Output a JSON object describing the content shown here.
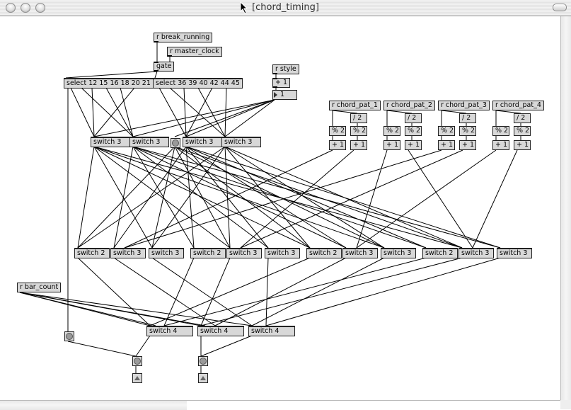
{
  "window": {
    "title": "[chord_timing]"
  },
  "objects": {
    "r_break_running": "r break_running",
    "r_master_clock": "r master_clock",
    "gate": "gate",
    "select_a": "select 12 15 16 18 20 21",
    "select_b": "select 36 39 40 42 44 45",
    "r_style": "r style",
    "plus1_style": "+ 1",
    "style_number": "1",
    "r_chord_pat_1": "r chord_pat_1",
    "r_chord_pat_2": "r chord_pat_2",
    "r_chord_pat_3": "r chord_pat_3",
    "r_chord_pat_4": "r chord_pat_4",
    "div2": "/ 2",
    "mod2": "% 2",
    "plus1": "+ 1",
    "switch3": "switch 3",
    "switch2": "switch 2",
    "switch4": "switch 4",
    "r_bar_count": "r bar_count"
  },
  "row2_switches": [
    "switch 2",
    "switch 3",
    "switch 3",
    "switch 2",
    "switch 3",
    "switch 3",
    "switch 2",
    "switch 3",
    "switch 3",
    "switch 2",
    "switch 3",
    "switch 3"
  ],
  "row1_switches": [
    "switch 3",
    "switch 3",
    "switch 3",
    "switch 3"
  ],
  "row3_switches": [
    "switch 4",
    "switch 4",
    "switch 4"
  ]
}
